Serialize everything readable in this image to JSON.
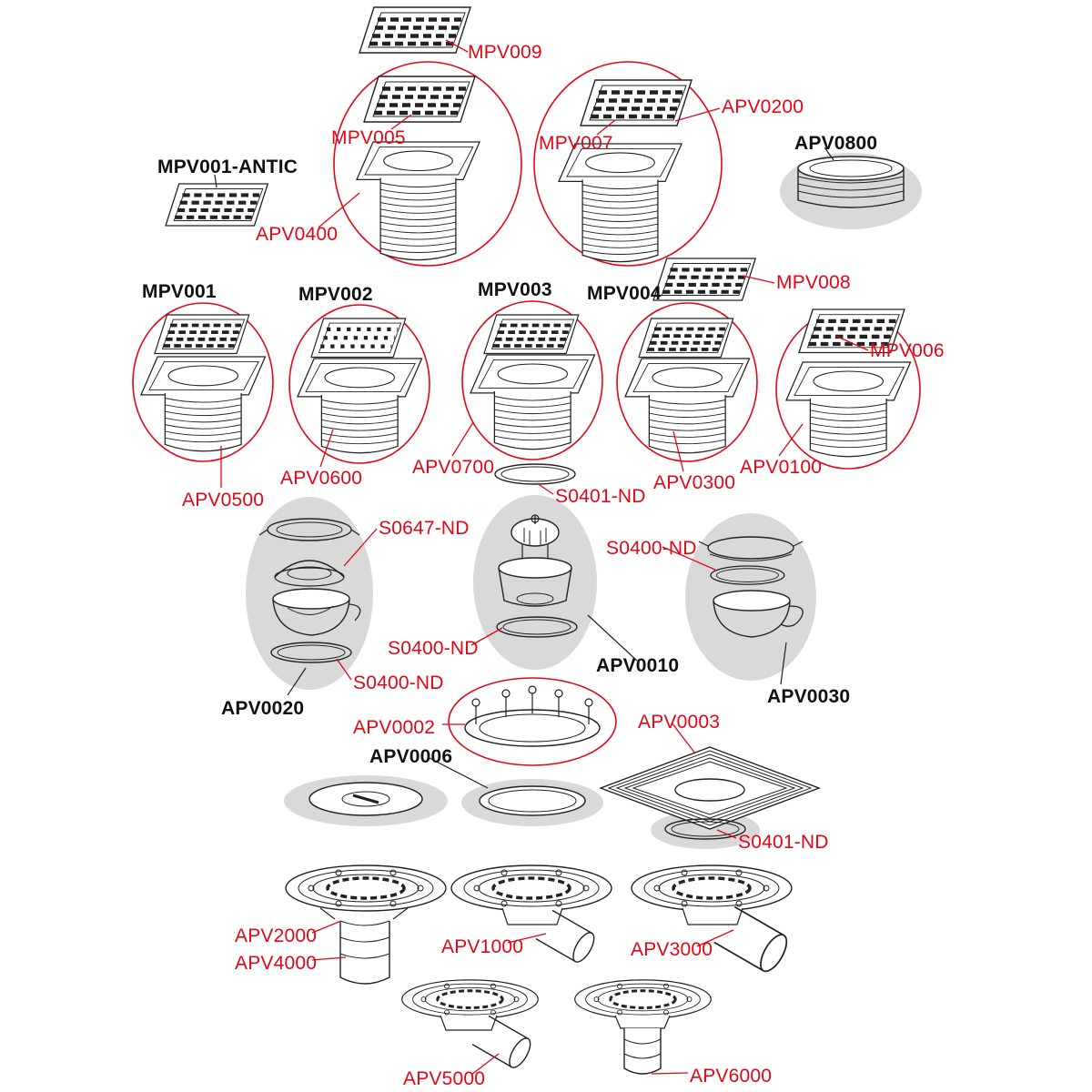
{
  "diagram_title": "Floor drain exploded parts diagram",
  "colors": {
    "accent_red": "#e30613",
    "line_black": "#222222",
    "backdrop_gray": "#d9d9da"
  },
  "labels": {
    "mpv009": "MPV009",
    "apv0200": "APV0200",
    "mpv005": "MPV005",
    "mpv007": "MPV007",
    "apv0800": "APV0800",
    "mpv001_antic": "MPV001-ANTIC",
    "apv0400": "APV0400",
    "mpv008": "MPV008",
    "mpv001": "MPV001",
    "mpv002": "MPV002",
    "mpv003": "MPV003",
    "mpv004": "MPV004",
    "mpv006": "MPV006",
    "apv0700": "APV0700",
    "apv0100": "APV0100",
    "apv0600": "APV0600",
    "apv0300": "APV0300",
    "s0401_nd_top": "S0401-ND",
    "apv0500": "APV0500",
    "s0647_nd": "S0647-ND",
    "s0400_nd_right": "S0400-ND",
    "s0400_nd_mid": "S0400-ND",
    "apv0010": "APV0010",
    "s0400_nd_left": "S0400-ND",
    "apv0030": "APV0030",
    "apv0020": "APV0020",
    "apv0002": "APV0002",
    "apv0003": "APV0003",
    "apv0006": "APV0006",
    "s0401_nd_bottom": "S0401-ND",
    "apv2000": "APV2000",
    "apv1000": "APV1000",
    "apv3000": "APV3000",
    "apv4000": "APV4000",
    "apv5000": "APV5000",
    "apv6000": "APV6000"
  }
}
